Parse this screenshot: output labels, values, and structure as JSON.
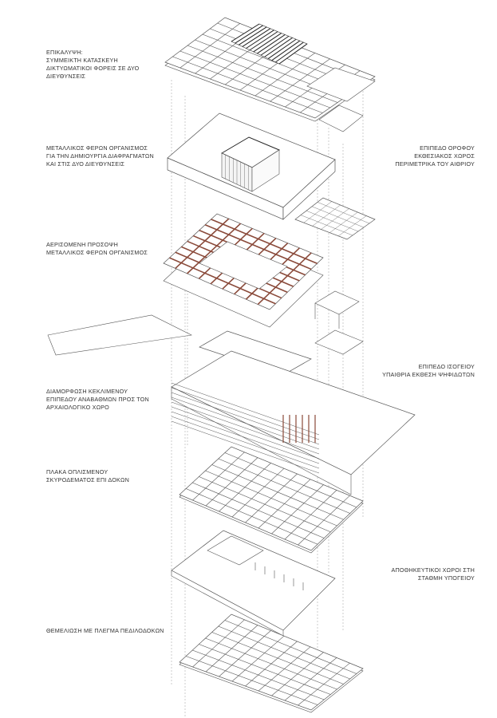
{
  "labels": {
    "roof": [
      "ΕΠΙΚΑΛΥΨΗ:",
      "ΣΥΜΜΕΙΚΤΗ ΚΑΤΑΣΚΕΥΗ",
      "ΔΙΚΤΥΩΜΑΤΙΚΟΙ ΦΟΡΕΙΣ ΣΕ ΔΥΟ",
      "ΔΙΕΥΘΥΝΣΕΙΣ"
    ],
    "metal_frame": [
      "ΜΕΤΑΛΛΙΚΟΣ ΦΕΡΩΝ ΟΡΓΑΝΙΣΜΟΣ",
      "ΓΙΑ ΤΗΝ ΔΗΜΙΟΥΡΓΙΑ ΔΙΑΦΡΑΓΜΑΤΩΝ",
      "ΚΑΙ ΣΤΙΣ ΔΥΟ ΔΙΕΥΘΥΝΣΕΙΣ"
    ],
    "upper_floor": [
      "ΕΠΙΠΕΔΟ ΟΡΟΦΟΥ",
      "ΕΚΘΕΣΙΑΚΟΣ ΧΩΡΟΣ",
      "ΠΕΡΙΜΕΤΡΙΚΑ ΤΟΥ ΑΙΘΡΙΟΥ"
    ],
    "facade": [
      "ΑΕΡΙΣΟΜΕΝΗ ΠΡΟΣΟΨΗ",
      "ΜΕΤΑΛΛΙΚΟΣ ΦΕΡΩΝ ΟΡΓΑΝΙΣΜΟΣ"
    ],
    "ground_floor": [
      "ΕΠΙΠΕΔΟ ΙΣΟΓΕΙΟΥ",
      "ΥΠΑΙΘΡΙΑ ΕΚΘΕΣΗ ΨΗΦΙΔΩΤΩΝ"
    ],
    "ramp": [
      "ΔΙΑΜΟΡΦΩΣΗ ΚΕΚΛΙΜΕΝΟΥ",
      "ΕΠΙΠΕΔΟΥ ΑΝΑΒΑΘΜΩΝ ΠΡΟΣ ΤΟΝ",
      "ΑΡΧΑΙΟΛΟΓΙΚΟ ΧΩΡΟ"
    ],
    "slab": [
      "ΠΛΑΚΑ ΟΠΛΙΣΜΕΝΟΥ",
      "ΣΚΥΡΟΔΕΜΑΤΟΣ ΕΠΙ ΔΟΚΩΝ"
    ],
    "basement": [
      "ΑΠΟΘΗΚΕΥΤΙΚΟΙ ΧΩΡΟΙ ΣΤΗ",
      "ΣΤΑΘΜΗ ΥΠΟΓΕΙΟΥ"
    ],
    "foundation": [
      "ΘΕΜΕΛΙΩΣΗ ΜΕ ΠΛΕΓΜΑ ΠΕΔΙΛΟΔΟΚΩΝ"
    ]
  },
  "colors": {
    "line": "#555555",
    "steel": "#8a4a3a",
    "dashed": "#999999"
  }
}
